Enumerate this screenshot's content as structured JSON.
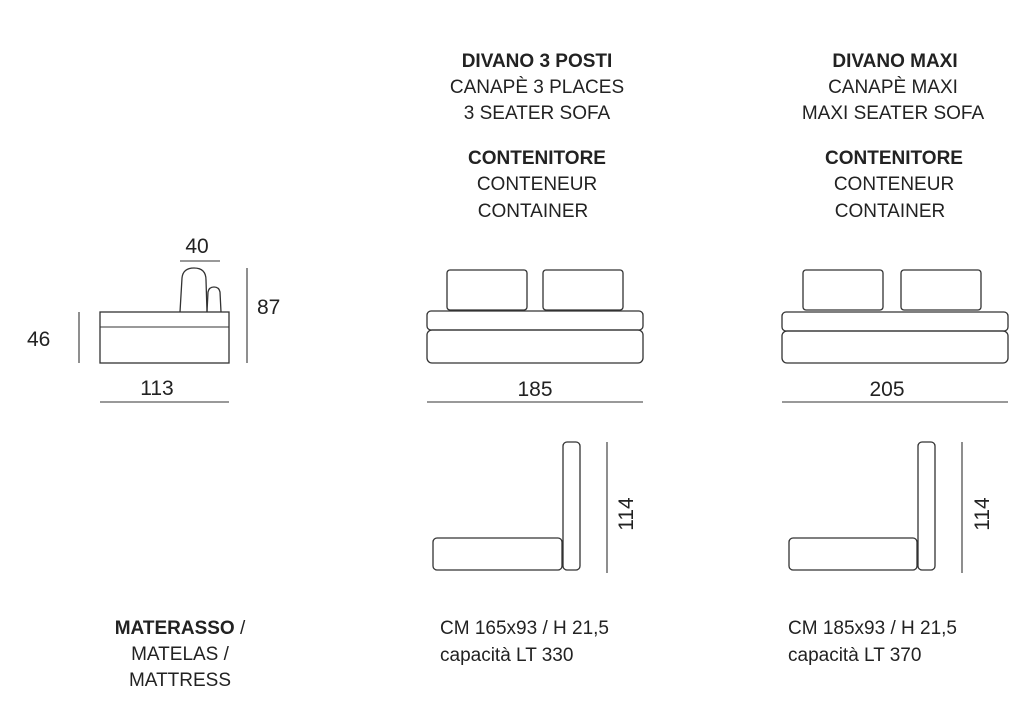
{
  "columns": {
    "three_seater": {
      "name_it": "DIVANO 3 POSTI",
      "name_fr": "CANAPÈ 3 PLACES",
      "name_en": "3 SEATER SOFA",
      "container_it": "CONTENITORE",
      "container_fr": "CONTENEUR",
      "container_en": "CONTAINER",
      "width": "185",
      "open_height": "114",
      "mattress_size": "CM 165x93 / H 21,5",
      "capacity": "capacità LT 330"
    },
    "maxi": {
      "name_it": "DIVANO MAXI",
      "name_fr": "CANAPÈ MAXI",
      "name_en": "MAXI SEATER SOFA",
      "container_it": "CONTENITORE",
      "container_fr": "CONTENEUR",
      "container_en": "CONTAINER",
      "width": "205",
      "open_height": "114",
      "mattress_size": "CM 185x93 / H 21,5",
      "capacity": "capacità LT 370"
    }
  },
  "side_view": {
    "back_depth": "40",
    "total_height": "87",
    "seat_height": "46",
    "depth": "113"
  },
  "mattress_label": {
    "it": "MATERASSO",
    "sep": " /",
    "fr": "MATELAS /",
    "en": "MATTRESS"
  }
}
